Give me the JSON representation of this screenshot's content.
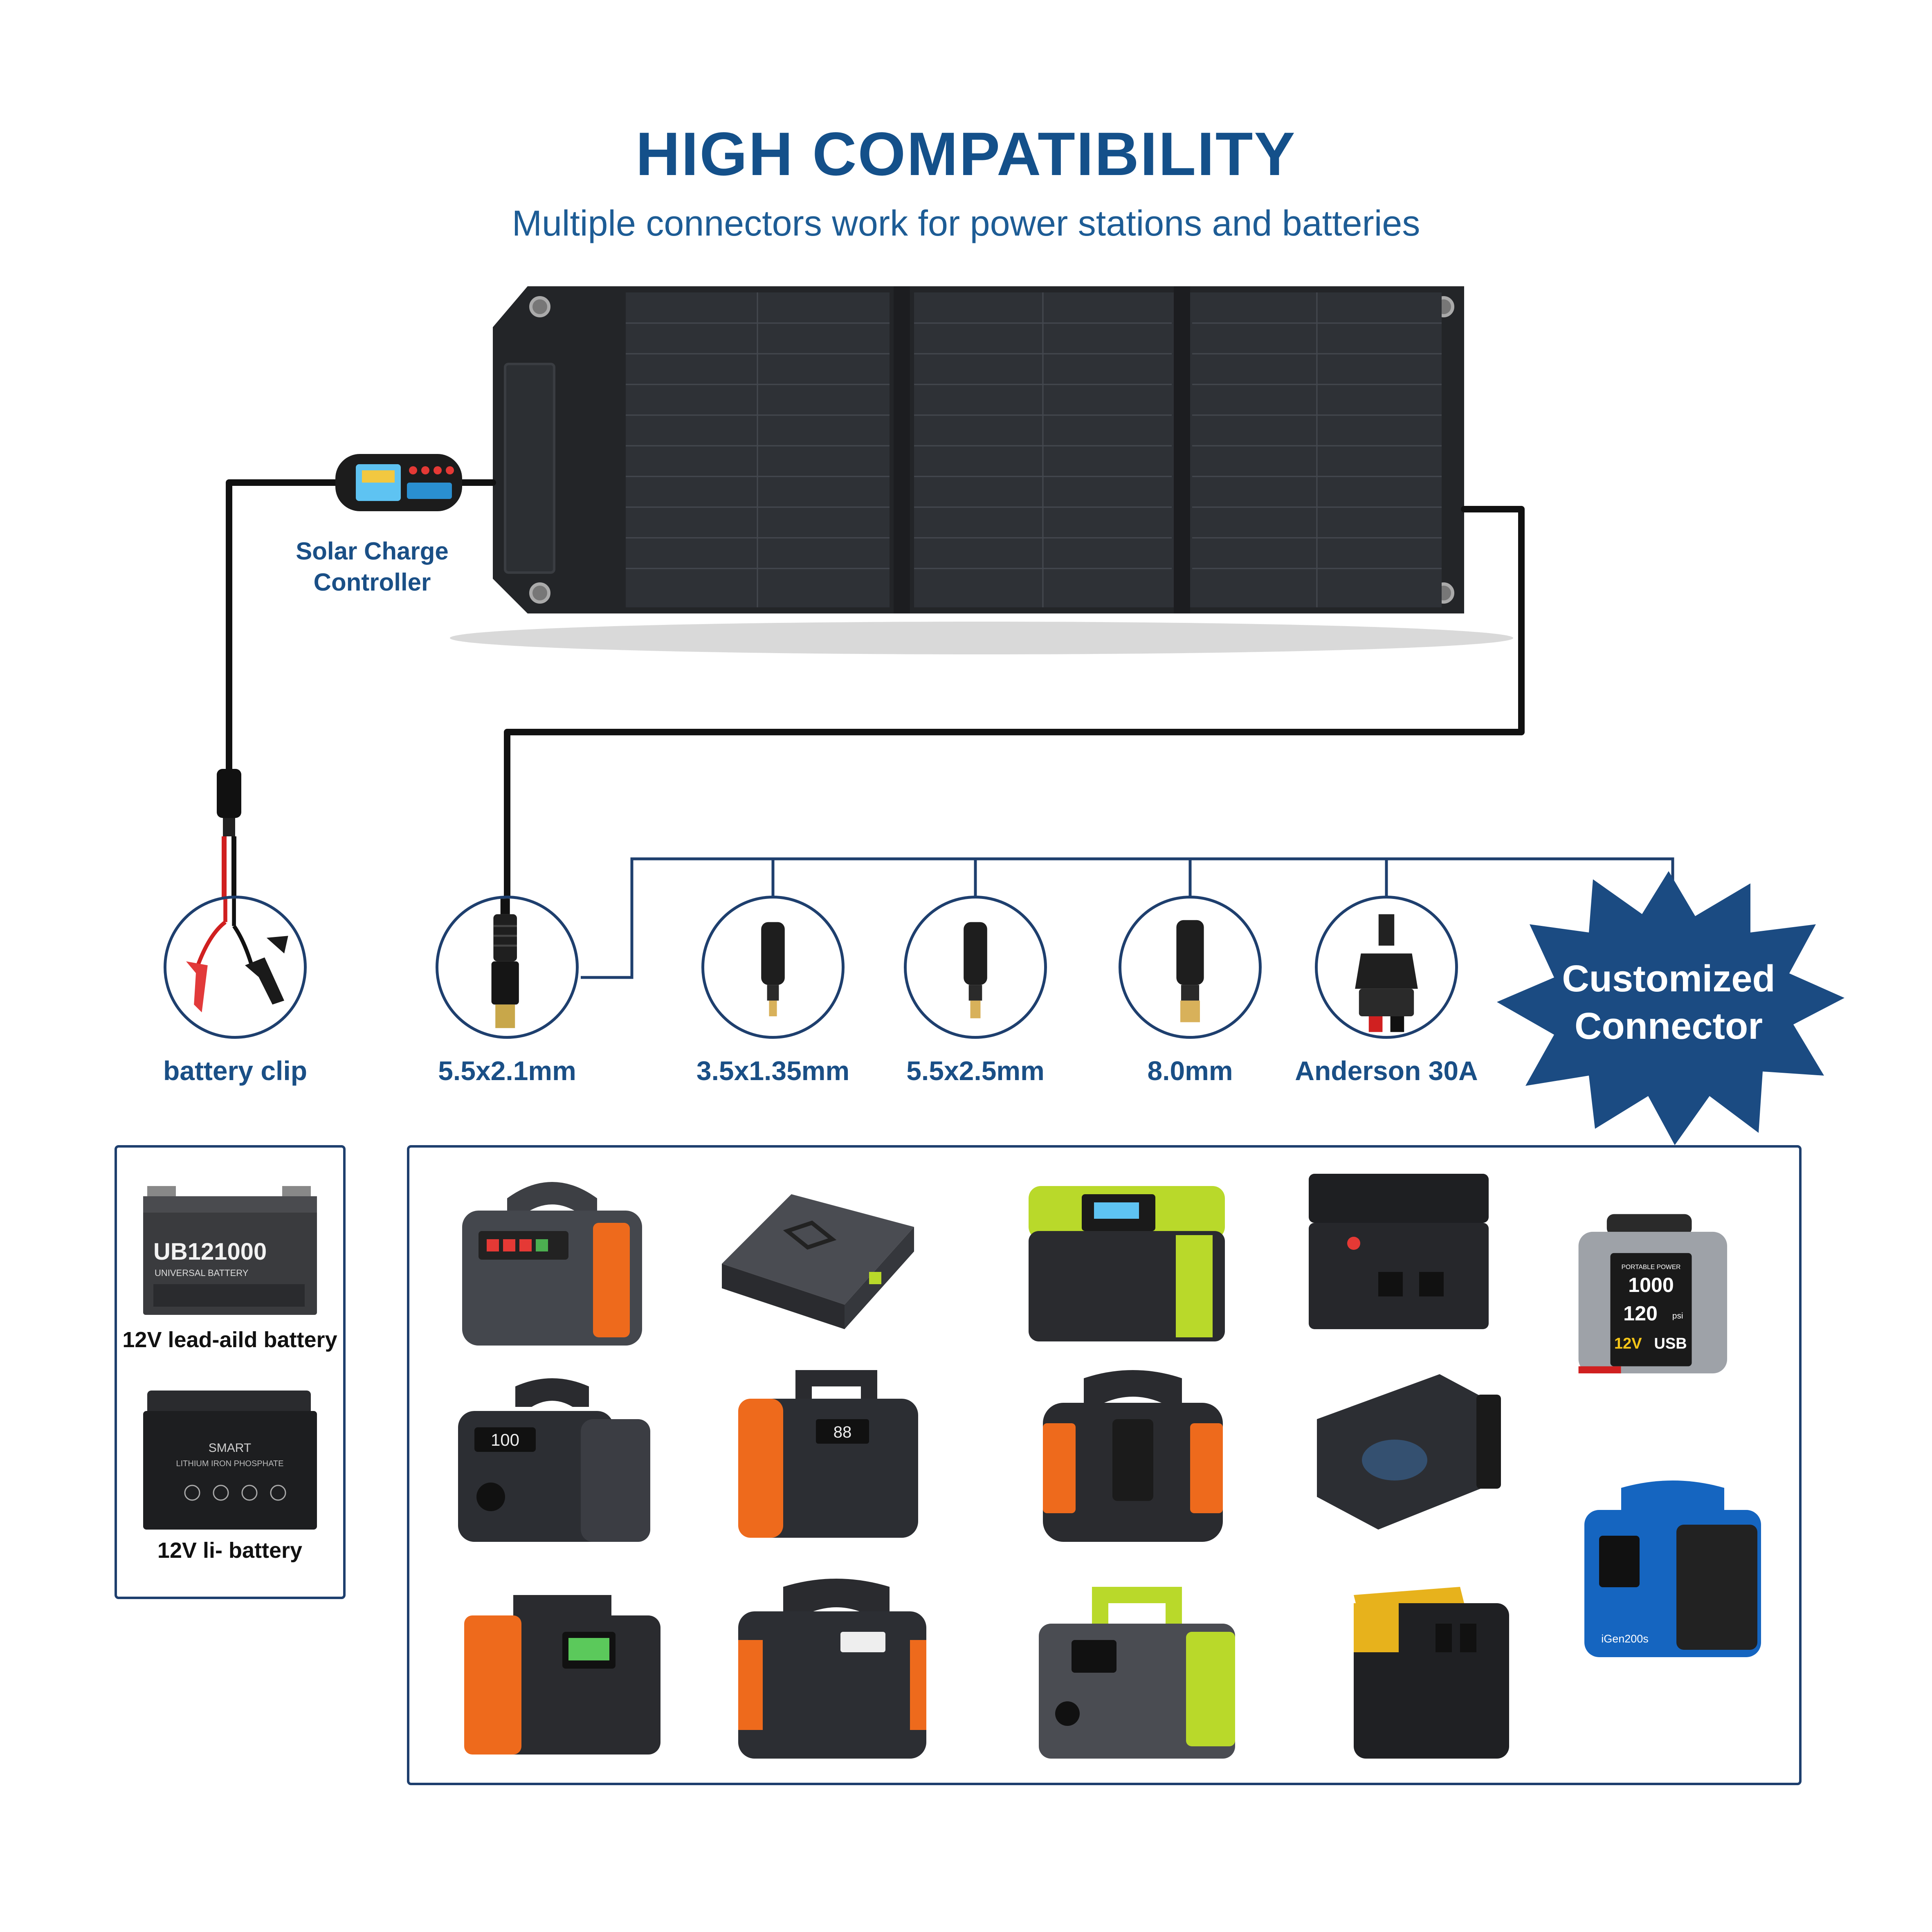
{
  "header": {
    "title": "HIGH COMPATIBILITY",
    "subtitle": "Multiple connectors work for power stations and batteries"
  },
  "controller": {
    "label_line1": "Solar Charge",
    "label_line2": "Controller"
  },
  "connectors": [
    {
      "label": "battery clip",
      "icon": "battery-clip-icon"
    },
    {
      "label": "5.5x2.1mm",
      "icon": "dc-plug-icon"
    },
    {
      "label": "3.5x1.35mm",
      "icon": "dc-adapter-icon"
    },
    {
      "label": "5.5x2.5mm",
      "icon": "dc-adapter-icon"
    },
    {
      "label": "8.0mm",
      "icon": "dc-adapter-icon"
    },
    {
      "label": "Anderson 30A",
      "icon": "anderson-plug-icon"
    }
  ],
  "badge": {
    "line1": "Customized",
    "line2": "Connector"
  },
  "batteries": {
    "lead_acid": {
      "label": "12V lead-aild battery",
      "model": "UB121000",
      "sub": "UNIVERSAL BATTERY"
    },
    "lithium": {
      "label": "12V li- battery",
      "brand": "SMART",
      "sub": "LITHIUM IRON PHOSPHATE"
    }
  },
  "device_texts": {
    "jump_starter_a": "PORTABLE POWER",
    "jump_starter_b": "1000",
    "jump_starter_c": "120",
    "jump_starter_d": "psi",
    "jump_starter_e": "12V",
    "jump_starter_f": "USB",
    "display_100": "100",
    "display_88": "88",
    "brand_ieg": "iGen200s"
  },
  "colors": {
    "brand_blue": "#14508a",
    "outline_blue": "#1e3f6e",
    "panel_dark": "#1f2124",
    "cell_dark": "#2b2e33",
    "accent_orange": "#ee6a1c",
    "accent_lime": "#b9d92a",
    "accent_blue": "#1565c0"
  }
}
